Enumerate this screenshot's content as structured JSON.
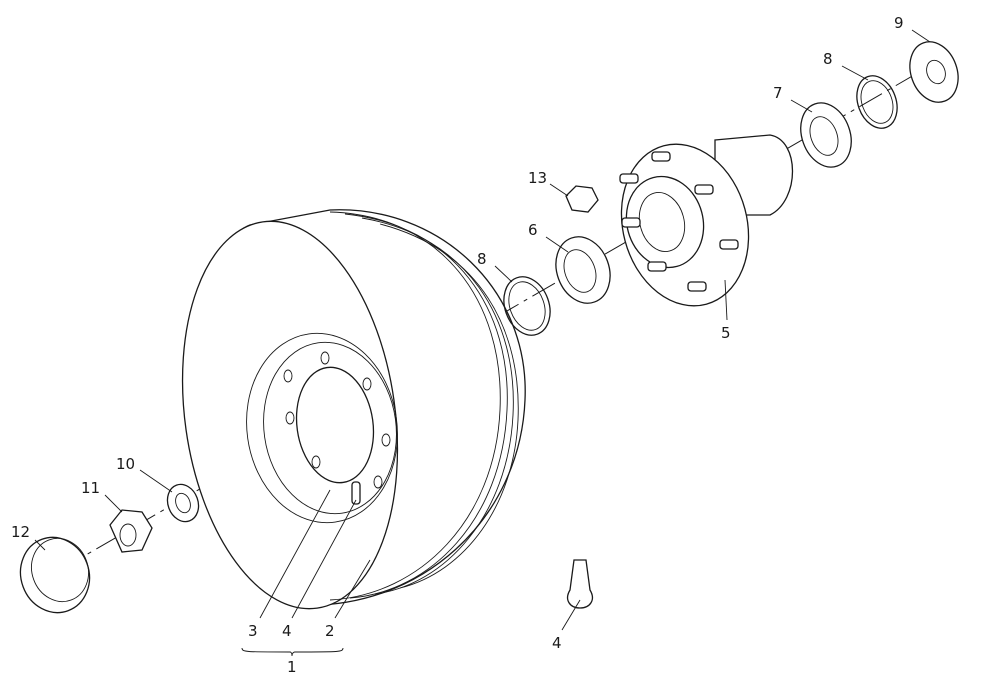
{
  "diagram": {
    "title": "Wheel assembly exploded view",
    "callouts": {
      "c1": "1",
      "c2": "2",
      "c3": "3",
      "c4a": "4",
      "c4b": "4",
      "c5": "5",
      "c6": "6",
      "c7": "7",
      "c8a": "8",
      "c8b": "8",
      "c9": "9",
      "c10": "10",
      "c11": "11",
      "c12": "12",
      "c13": "13"
    }
  }
}
